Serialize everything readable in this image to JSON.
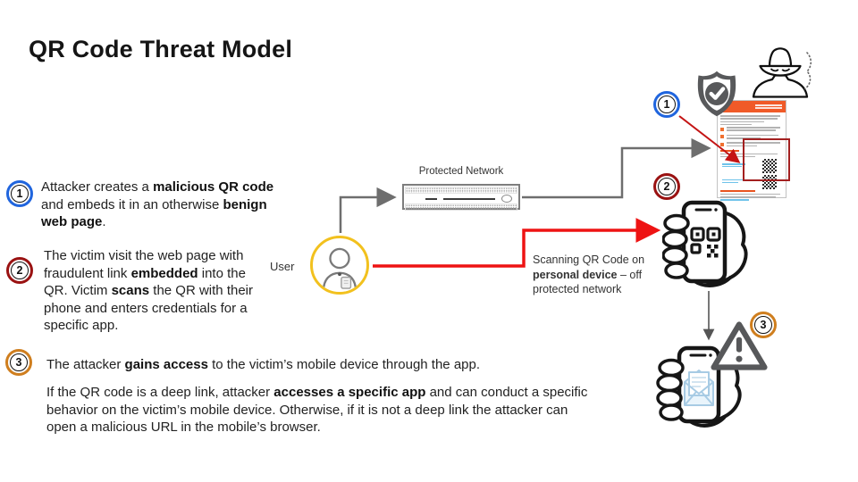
{
  "title": "QR Code Threat Model",
  "colors": {
    "step1_ring_blue": "#2065de",
    "step2_ring_dark_red": "#9a1212",
    "step3_ring_orange": "#cf7e1e",
    "user_ring_yellow": "#f2c11e",
    "red_arrow": "#ee1313",
    "gray_line": "#6e6e6e",
    "icon_dark_gray": "#58595b",
    "webpage_header_orange": "#f05a28",
    "qr_highlight_red": "#a32020"
  },
  "steps": [
    {
      "number": "1",
      "segments": [
        "Attacker creates a ",
        "malicious QR code",
        " and embeds it in an otherwise ",
        "benign web page",
        "."
      ]
    },
    {
      "number": "2",
      "segments": [
        "The victim visit the web page with fraudulent link ",
        "embedded",
        " into the QR. Victim ",
        "scans",
        " the QR with their phone and enters credentials for a specific app."
      ]
    },
    {
      "number": "3",
      "segments": [
        "The attacker ",
        "gains access",
        " to the victim’s mobile device through the app."
      ],
      "extra": [
        "If the QR code is a deep link, attacker ",
        "accesses a specific app",
        " and can conduct a specific behavior on the victim’s mobile device. Otherwise, if it is not a deep link the attacker can open a malicious URL in the mobile’s browser."
      ]
    }
  ],
  "diagram": {
    "protected_network_label": "Protected Network",
    "user_label": "User",
    "scan_note": [
      "Scanning QR Code on ",
      "personal device",
      " – off protected network"
    ],
    "badges": [
      {
        "number": "1"
      },
      {
        "number": "2"
      },
      {
        "number": "3"
      }
    ]
  }
}
